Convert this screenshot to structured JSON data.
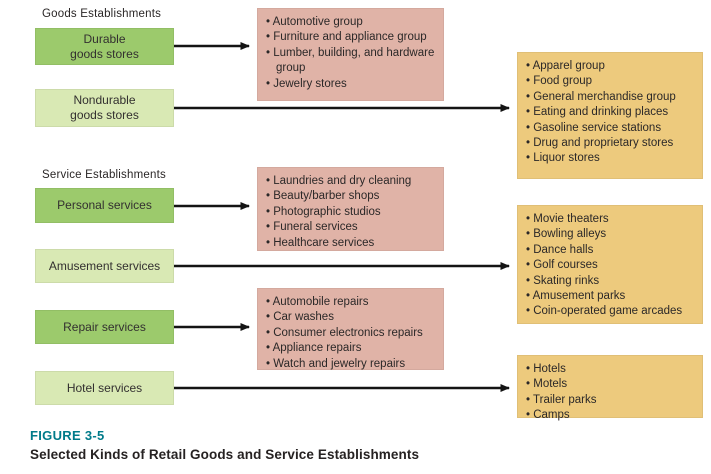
{
  "figure_caption": {
    "label": "FIGURE 3-5",
    "title": "Selected Kinds of Retail Goods and Service Establishments"
  },
  "diagram": {
    "section_headers": {
      "goods": "Goods Establishments",
      "service": "Service Establishments"
    },
    "categories": {
      "durable": "Durable\ngoods stores",
      "nondurable": "Nondurable\ngoods stores",
      "personal": "Personal services",
      "amusement": "Amusement services",
      "repair": "Repair services",
      "hotel": "Hotel services"
    },
    "lists": {
      "durable_goods": [
        "Automotive group",
        "Furniture and appliance group",
        "Lumber, building, and hardware group",
        "Jewelry stores"
      ],
      "nondurable_goods": [
        "Apparel group",
        "Food group",
        "General merchandise group",
        "Eating and drinking places",
        "Gasoline service stations",
        "Drug and proprietary stores",
        "Liquor stores"
      ],
      "personal_services": [
        "Laundries and dry cleaning",
        "Beauty/barber shops",
        "Photographic studios",
        "Funeral services",
        "Healthcare services"
      ],
      "amusement_services": [
        "Movie theaters",
        "Bowling alleys",
        "Dance halls",
        "Golf courses",
        "Skating rinks",
        "Amusement parks",
        "Coin-operated game arcades"
      ],
      "repair_services": [
        "Automobile repairs",
        "Car washes",
        "Consumer electronics repairs",
        "Appliance repairs",
        "Watch and jewelry repairs"
      ],
      "hotel_services": [
        "Hotels",
        "Motels",
        "Trailer parks",
        "Camps"
      ]
    },
    "colors": {
      "category_dark_green": "#9cca6c",
      "category_light_green": "#d9e9b4",
      "detail_pink": "#e0b3a7",
      "detail_tan": "#edca7d",
      "caption_teal": "#007b8a",
      "arrow_black": "#141414"
    }
  }
}
